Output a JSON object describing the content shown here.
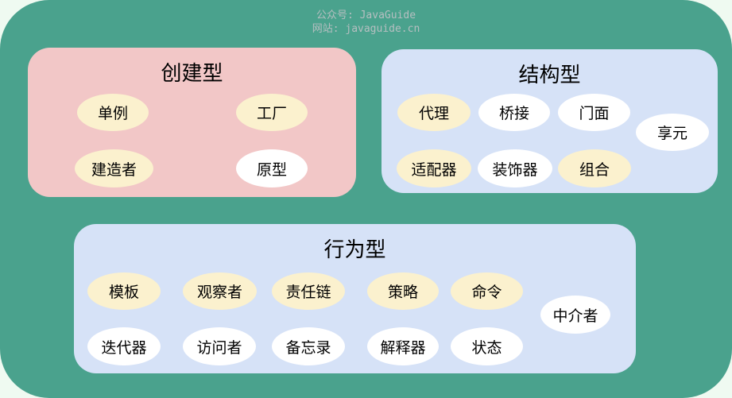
{
  "watermark": {
    "line1": "公众号: JavaGuide",
    "line2": "网站: javaguide.cn"
  },
  "colors": {
    "canvas_bg": "#EFFAF1",
    "board_bg": "#4AA28D",
    "creational_bg": "#F2C7C7",
    "structural_bg": "#D6E2F7",
    "behavioral_bg": "#D6E2F7",
    "pill_yellow": "#FBF1CE",
    "pill_white": "#FFFFFF",
    "text": "#000000",
    "watermark_text": "#B6BFC1"
  },
  "groups": [
    {
      "id": "creational",
      "title": "创建型",
      "items": [
        {
          "label": "单例",
          "variant": "yellow"
        },
        {
          "label": "工厂",
          "variant": "yellow"
        },
        {
          "label": "建造者",
          "variant": "yellow"
        },
        {
          "label": "原型",
          "variant": "white"
        }
      ]
    },
    {
      "id": "structural",
      "title": "结构型",
      "items": [
        {
          "label": "代理",
          "variant": "yellow"
        },
        {
          "label": "桥接",
          "variant": "white"
        },
        {
          "label": "门面",
          "variant": "white"
        },
        {
          "label": "享元",
          "variant": "white"
        },
        {
          "label": "适配器",
          "variant": "yellow"
        },
        {
          "label": "装饰器",
          "variant": "white"
        },
        {
          "label": "组合",
          "variant": "yellow"
        }
      ]
    },
    {
      "id": "behavioral",
      "title": "行为型",
      "items": [
        {
          "label": "模板",
          "variant": "yellow"
        },
        {
          "label": "观察者",
          "variant": "yellow"
        },
        {
          "label": "责任链",
          "variant": "yellow"
        },
        {
          "label": "策略",
          "variant": "yellow"
        },
        {
          "label": "命令",
          "variant": "yellow"
        },
        {
          "label": "中介者",
          "variant": "white"
        },
        {
          "label": "迭代器",
          "variant": "white"
        },
        {
          "label": "访问者",
          "variant": "white"
        },
        {
          "label": "备忘录",
          "variant": "white"
        },
        {
          "label": "解释器",
          "variant": "white"
        },
        {
          "label": "状态",
          "variant": "white"
        }
      ]
    }
  ]
}
